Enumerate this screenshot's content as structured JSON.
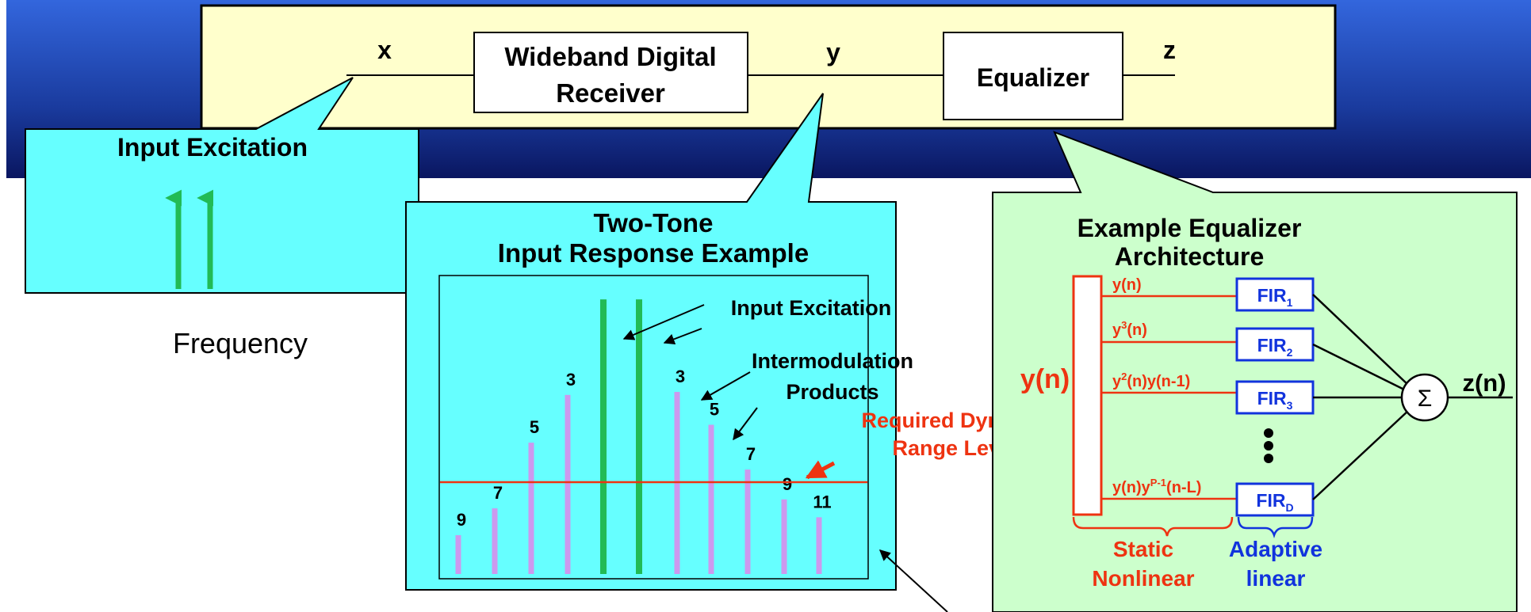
{
  "signal_chain": {
    "x_label": "x",
    "receiver_line1": "Wideband Digital",
    "receiver_line2": "Receiver",
    "y_label": "y",
    "equalizer_label": "Equalizer",
    "z_label": "z"
  },
  "input_callout": {
    "title": "Input Excitation",
    "axis_label": "Frequency"
  },
  "two_tone": {
    "title_line1": "Two-Tone",
    "title_line2": "Input Response Example",
    "input_excitation_label": "Input Excitation",
    "intermod_line1": "Intermodulation",
    "intermod_line2": "Products",
    "required_line1": "Required Dynamic",
    "required_line2": "Range Level"
  },
  "chart_data": {
    "type": "bar",
    "title": "Two-Tone Input Response Example",
    "annotations": [
      "Input Excitation",
      "Intermodulation Products",
      "Required Dynamic Range Level"
    ],
    "threshold_level": 0.3,
    "bars": [
      {
        "label": "9",
        "value": 0.13,
        "kind": "intermod"
      },
      {
        "label": "7",
        "value": 0.22,
        "kind": "intermod"
      },
      {
        "label": "5",
        "value": 0.44,
        "kind": "intermod"
      },
      {
        "label": "3",
        "value": 0.6,
        "kind": "intermod"
      },
      {
        "label": "",
        "value": 0.92,
        "kind": "tone"
      },
      {
        "label": "",
        "value": 0.92,
        "kind": "tone"
      },
      {
        "label": "3",
        "value": 0.61,
        "kind": "intermod"
      },
      {
        "label": "5",
        "value": 0.5,
        "kind": "intermod"
      },
      {
        "label": "7",
        "value": 0.35,
        "kind": "intermod"
      },
      {
        "label": "9",
        "value": 0.25,
        "kind": "intermod"
      },
      {
        "label": "11",
        "value": 0.19,
        "kind": "intermod"
      }
    ]
  },
  "equalizer_arch": {
    "title_line1": "Example Equalizer",
    "title_line2": "Architecture",
    "input_label": "y(n)",
    "branch1": "y(n)",
    "branch2_base": "y",
    "branch2_sup": "3",
    "branch2_tail": "(n)",
    "branch3_base": "y",
    "branch3_sup": "2",
    "branch3_tail": "(n)y(n-1)",
    "branch4_base": "y(n)y",
    "branch4_sup": "P-1",
    "branch4_tail": "(n-L)",
    "fir_base": "FIR",
    "fir1_sub": "1",
    "fir2_sub": "2",
    "fir3_sub": "3",
    "firD_sub": "D",
    "sum_symbol": "Σ",
    "output_label": "z(n)",
    "static_line1": "Static",
    "static_line2": "Nonlinear",
    "adaptive_line1": "Adaptive",
    "adaptive_line2": "linear"
  },
  "colors": {
    "tone": "#22bb55",
    "intermod": "#cc99ee",
    "threshold": "#ee3311",
    "fir": "#1133dd",
    "static": "#ee3311",
    "cyan_panel": "#66ffff",
    "green_panel": "#ccffcc",
    "yellow_panel": "#ffffcc"
  }
}
